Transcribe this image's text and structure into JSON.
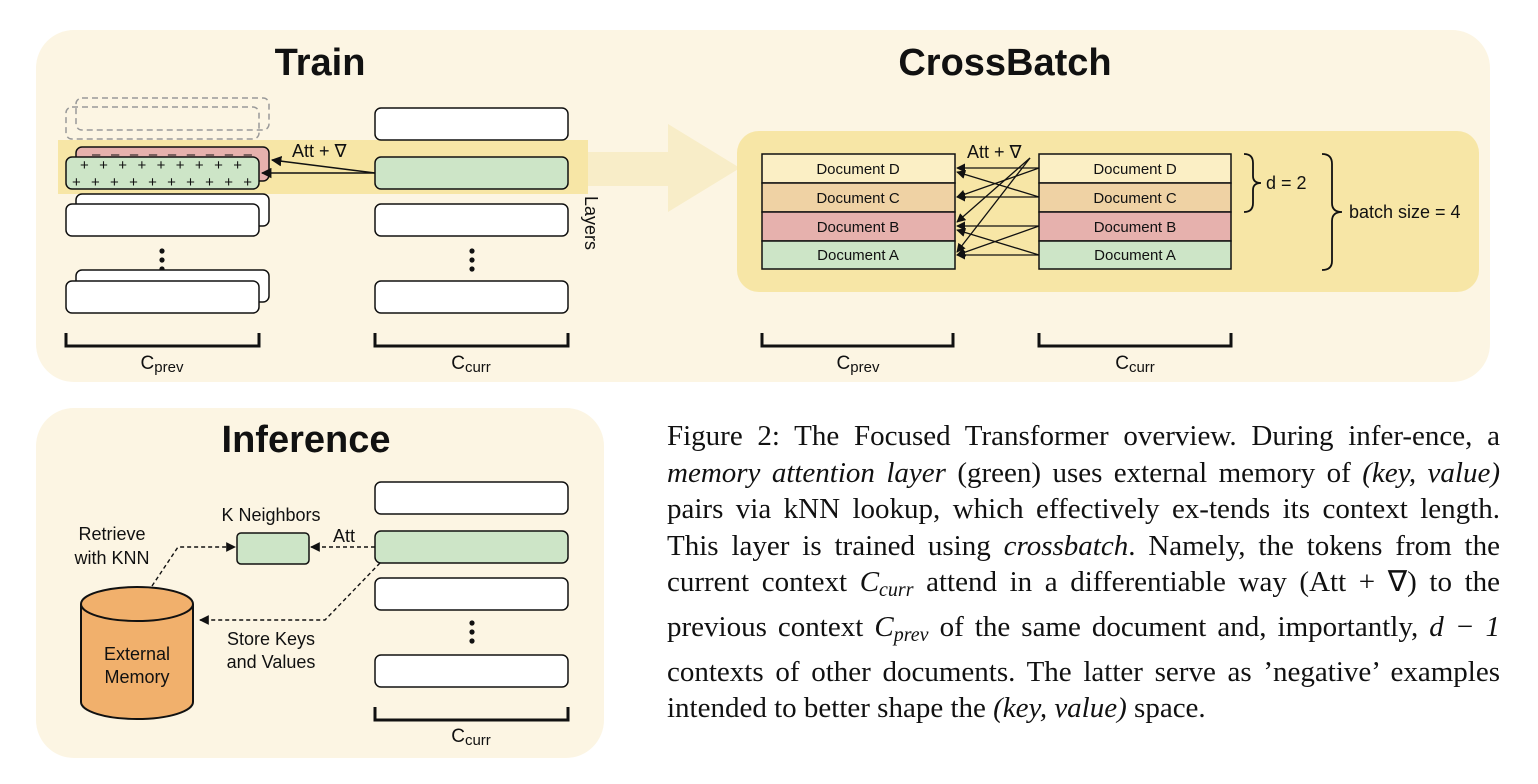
{
  "figure": {
    "train": {
      "title": "Train",
      "att_label": "Att + ∇",
      "layers_label": "Layers",
      "prev_label": "C",
      "prev_sub": "prev",
      "curr_label": "C",
      "curr_sub": "curr"
    },
    "crossbatch": {
      "title": "CrossBatch",
      "att_label": "Att + ∇",
      "d_label": "d = 2",
      "batch_label": "batch size = 4",
      "prev_docs": [
        "Document D",
        "Document C",
        "Document B",
        "Document A"
      ],
      "curr_docs": [
        "Document D",
        "Document C",
        "Document B",
        "Document A"
      ],
      "prev_label": "C",
      "prev_sub": "prev",
      "curr_label": "C",
      "curr_sub": "curr"
    },
    "inference": {
      "title": "Inference",
      "neighbors_label": "K Neighbors",
      "att_label": "Att",
      "retrieve_line1": "Retrieve",
      "retrieve_line2": "with KNN",
      "store_line1": "Store Keys",
      "store_line2": "and Values",
      "memory_line1": "External",
      "memory_line2": "Memory",
      "curr_label": "C",
      "curr_sub": "curr"
    },
    "colors": {
      "panel": "#fcf5e3",
      "highlight": "#f7e6a6",
      "green": "#cde5c7",
      "red": "#e6b1ad",
      "orange": "#efd2a4",
      "yellow": "#fbefc5",
      "memory": "#f1b06c"
    }
  },
  "caption": {
    "p1": "Figure 2: The Focused Transformer overview. During infer-ence, a ",
    "memory_layer": "memory attention layer",
    "p2": " (green) uses external memory of ",
    "kv1": "(key, value)",
    "p3": " pairs via kNN lookup, which effectively ex-tends its context length. This layer is trained using ",
    "crossbatch": "crossbatch",
    "p4": ". Namely, the tokens from the current context ",
    "c_curr": "C",
    "c_curr_sub": "curr",
    "p5": " attend in a differentiable way (Att + ∇) to the previous context ",
    "c_prev": "C",
    "c_prev_sub": "prev",
    "p6": " of the same document and, importantly, ",
    "d_minus": "d − 1",
    "p7": " contexts of other documents. The latter serve as ’negative’ examples intended to better shape the ",
    "kv2": "(key, value)",
    "p8": " space."
  }
}
